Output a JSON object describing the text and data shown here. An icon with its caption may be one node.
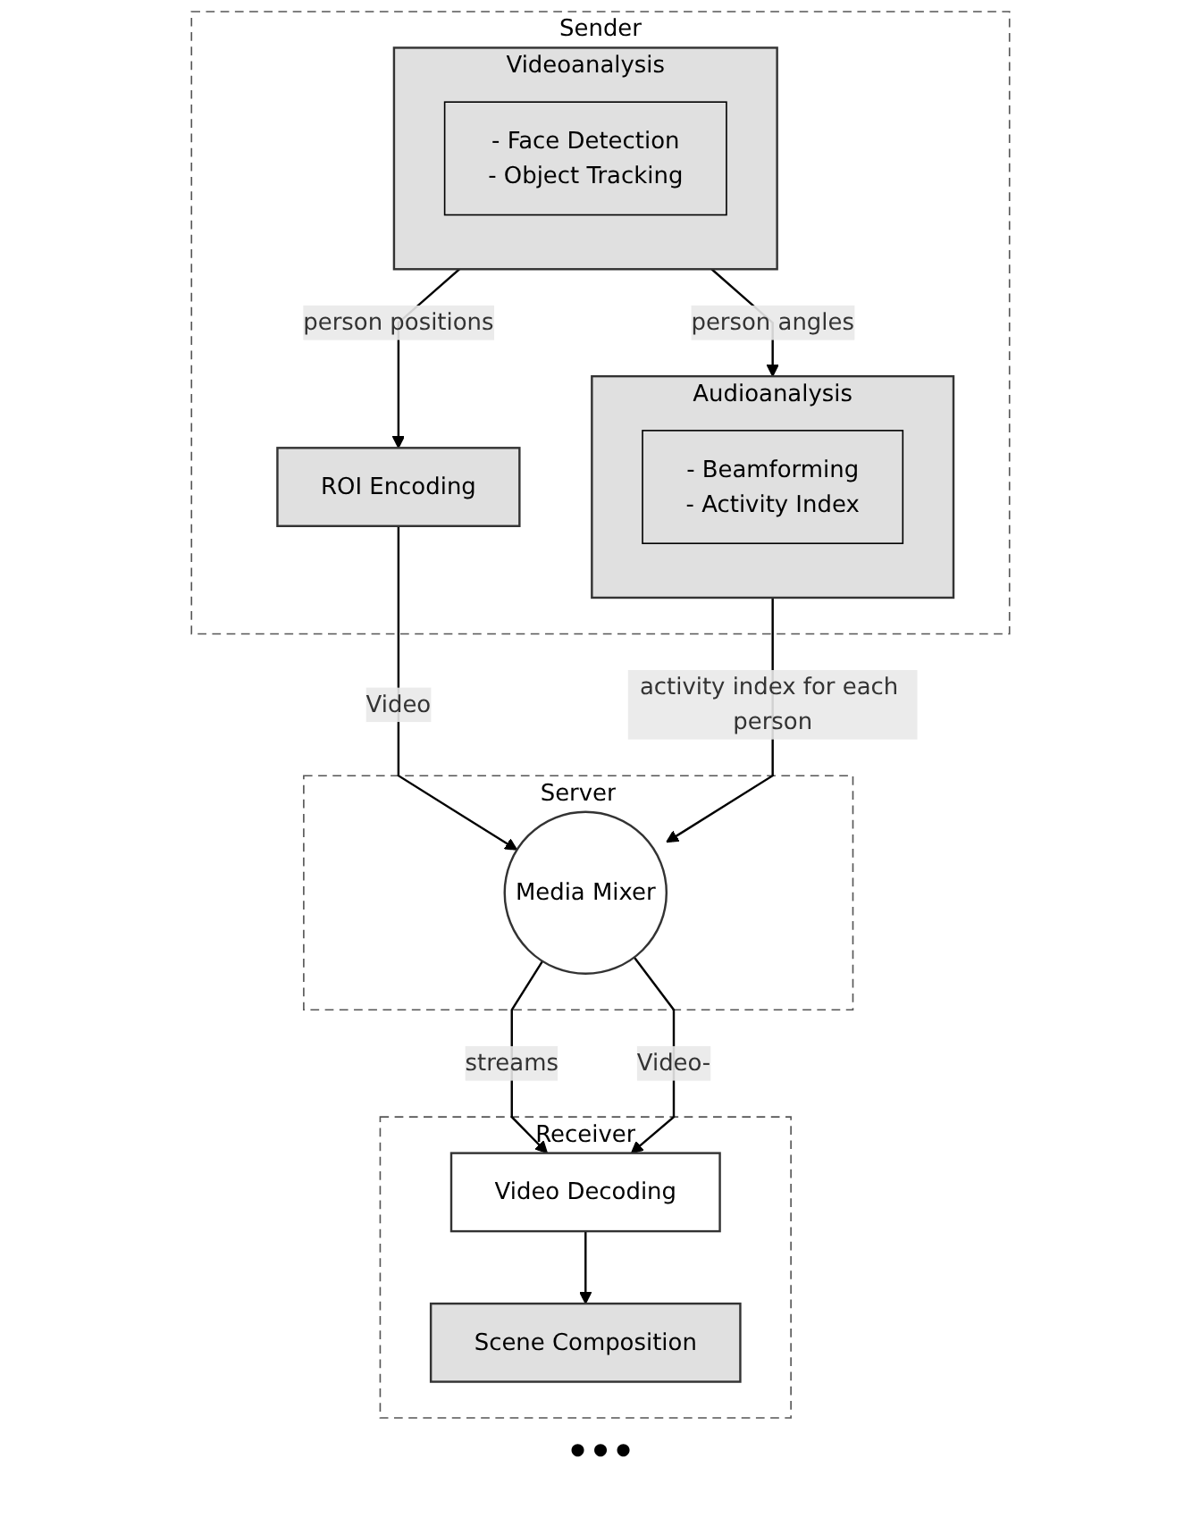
{
  "diagram": {
    "nodes": [
      {
        "text": [
          "Sender"
        ]
      },
      {
        "text": [
          "Videoanalysis"
        ],
        "in": 0
      },
      {
        "text": [
          "- Face Detection",
          "- Object Tracking"
        ],
        "in": 1
      },
      {
        "text": [
          "Audioanalysis"
        ],
        "in": 0
      },
      {
        "text": [
          "- Beamforming",
          "- Activity Index"
        ],
        "in": 3
      },
      {
        "text": [
          "ROI Encoding"
        ],
        "in": 0
      },
      {
        "text": [
          "Server"
        ]
      },
      {
        "text": [
          "Media Mixer"
        ],
        "in": 6
      },
      {
        "text": [
          "Receiver"
        ]
      },
      {
        "text": [
          "Video Decoding"
        ],
        "in": 8
      },
      {
        "text": [
          "Scene Composition"
        ],
        "in": 8
      }
    ],
    "edges": [
      {
        "from": 1,
        "to": 3,
        "arrow": "to",
        "label": "person angles"
      },
      {
        "from": 1,
        "to": 5,
        "arrow": "to",
        "label": "person positions"
      },
      {
        "from": 5,
        "to": 7,
        "arrow": "to",
        "label": "Video"
      },
      {
        "from": 3,
        "to": 7,
        "arrow": "to",
        "label": "activity index for each person"
      },
      {
        "from": 7,
        "to": 9,
        "arrow": "to",
        "label": "streams"
      },
      {
        "from": 7,
        "to": 9,
        "arrow": "to",
        "label": "Video-"
      },
      {
        "from": 9,
        "to": 10,
        "arrow": "to"
      }
    ],
    "labels": [
      "•••"
    ]
  }
}
